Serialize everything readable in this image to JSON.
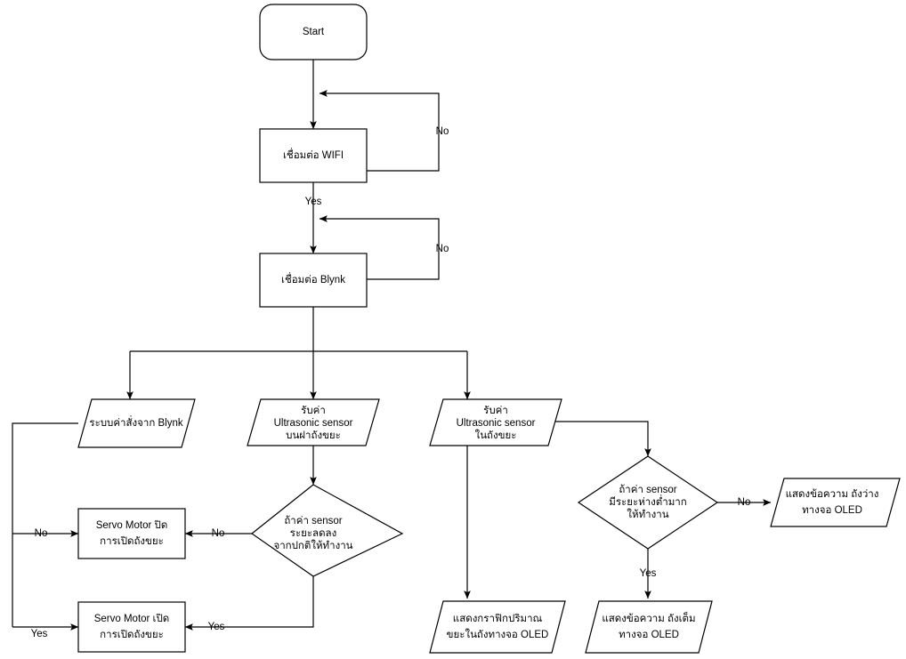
{
  "diagram": {
    "type": "flowchart",
    "title": "",
    "background_color": "#ffffff",
    "line_color": "#000000",
    "text_color": "#000000",
    "nodes": [
      {
        "id": "start",
        "shape": "rounded-rectangle",
        "lines": [
          "Start"
        ]
      },
      {
        "id": "connect_wifi",
        "shape": "rectangle",
        "lines": [
          "เชื่อมต่อ WIFI"
        ]
      },
      {
        "id": "connect_blynk",
        "shape": "rectangle",
        "lines": [
          "เชื่อมต่อ Blynk"
        ]
      },
      {
        "id": "blynk_command",
        "shape": "parallelogram",
        "lines": [
          "ระบบค่าสั่งจาก Blynk"
        ]
      },
      {
        "id": "ultrasonic_lid",
        "shape": "parallelogram",
        "lines": [
          "รับค่า",
          "Ultrasonic sensor",
          "บนฝาถังขยะ"
        ]
      },
      {
        "id": "ultrasonic_bin",
        "shape": "parallelogram",
        "lines": [
          "รับค่า",
          "Ultrasonic sensor",
          "ในถังขยะ"
        ]
      },
      {
        "id": "decide_lid",
        "shape": "diamond",
        "lines": [
          "ถ้าค่า sensor",
          "ระยะลดลง",
          "จากปกติให้ทำงาน"
        ]
      },
      {
        "id": "decide_bin",
        "shape": "diamond",
        "lines": [
          "ถ้าค่า sensor",
          "มีระยะห่างต่ำมาก",
          "ให้ทำงาน"
        ]
      },
      {
        "id": "servo_close",
        "shape": "rectangle",
        "lines": [
          "Servo Motor ปิด",
          "การเปิดถังขยะ"
        ]
      },
      {
        "id": "servo_open",
        "shape": "rectangle",
        "lines": [
          "Servo Motor เปิด",
          "การเปิดถังขยะ"
        ]
      },
      {
        "id": "oled_empty",
        "shape": "parallelogram",
        "lines": [
          "แสดงข้อความ ถังว่าง",
          "ทางจอ OLED"
        ]
      },
      {
        "id": "oled_graph",
        "shape": "parallelogram",
        "lines": [
          "แสดงกราฟิกปริมาณ",
          "ขยะในถังทางจอ OLED"
        ]
      },
      {
        "id": "oled_full",
        "shape": "parallelogram",
        "lines": [
          "แสดงข้อความ ถังเต็ม",
          "ทางจอ OLED"
        ]
      }
    ],
    "edge_labels": [
      {
        "id": "wifi_no",
        "text": "No"
      },
      {
        "id": "wifi_yes",
        "text": "Yes"
      },
      {
        "id": "blynk_no",
        "text": "No"
      },
      {
        "id": "lid_no_right",
        "text": "No"
      },
      {
        "id": "lid_no_left",
        "text": "No"
      },
      {
        "id": "lid_yes_right",
        "text": "Yes"
      },
      {
        "id": "lid_yes_left",
        "text": "Yes"
      },
      {
        "id": "bin_no",
        "text": "No"
      },
      {
        "id": "bin_yes",
        "text": "Yes"
      }
    ]
  }
}
